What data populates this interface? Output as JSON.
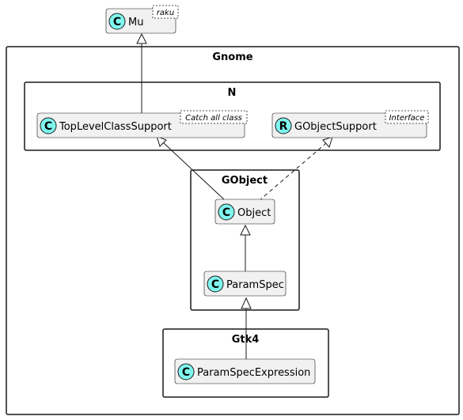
{
  "packages": {
    "gnome": {
      "title": "Gnome"
    },
    "n": {
      "title": "N"
    },
    "gobject": {
      "title": "GObject"
    },
    "gtk4": {
      "title": "Gtk4"
    }
  },
  "classes": {
    "mu": {
      "name": "Mu",
      "badge": "C",
      "badge_color": "#ADD1B2",
      "stereotype": "raku"
    },
    "toplevel": {
      "name": "TopLevelClassSupport",
      "badge": "C",
      "badge_color": "#ADD1B2",
      "stereotype": "Catch all class"
    },
    "gobjectsupport": {
      "name": "GObjectSupport",
      "badge": "R",
      "badge_color": "#ADD1B2",
      "stereotype": "Interface"
    },
    "object": {
      "name": "Object",
      "badge": "C",
      "badge_color": "#ADD1B2"
    },
    "paramspec": {
      "name": "ParamSpec",
      "badge": "C",
      "badge_color": "#ADD1B2"
    },
    "paramspecexpression": {
      "name": "ParamSpecExpression",
      "badge": "C",
      "badge_color": "#ADD1B2"
    }
  },
  "relations": [
    {
      "from": "TopLevelClassSupport",
      "to": "Mu",
      "type": "extends"
    },
    {
      "from": "Object",
      "to": "TopLevelClassSupport",
      "type": "extends"
    },
    {
      "from": "Object",
      "to": "GObjectSupport",
      "type": "implements"
    },
    {
      "from": "ParamSpec",
      "to": "Object",
      "type": "extends"
    },
    {
      "from": "ParamSpecExpression",
      "to": "ParamSpec",
      "type": "extends"
    }
  ],
  "colors": {
    "badge_fill": "#7FF7F0",
    "class_fill": "#F1F1F1",
    "line": "#181818"
  }
}
